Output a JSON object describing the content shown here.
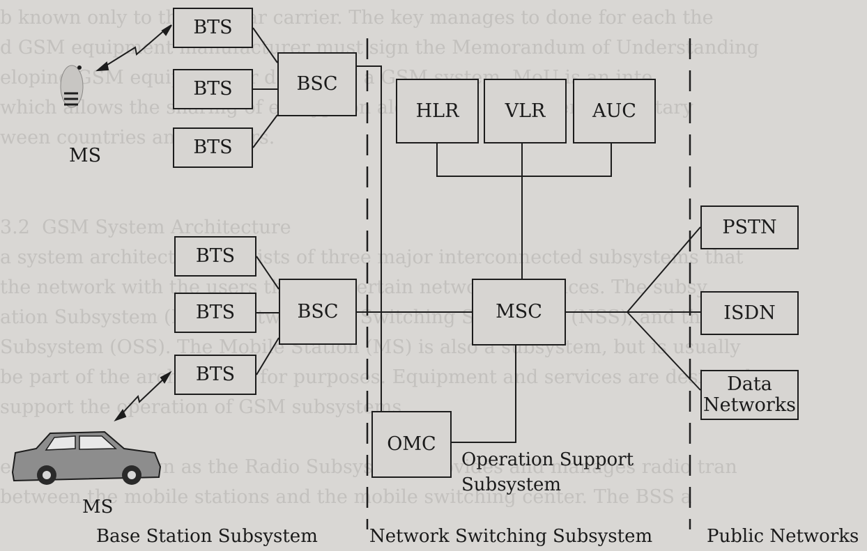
{
  "background_text": [
    "b known only to the cellular carrier. The key manages to done for each the",
    "d GSM equipment manufacturer must sign the Memorandum of Understanding",
    "eloping GSM equipment or deploying a GSM system. MoU is an inte",
    "which allows the sharing of encryption algorithms and other proprietary",
    "ween countries and carriers.",
    "",
    "",
    "3.2  GSM System Architecture",
    "a system architecture consists of three major interconnected subsystems that",
    "the network with the users through certain network interfaces. The subsy",
    "ation Subsystem (BSS), Network and Switching Subsystem (NSS), and the O",
    "Subsystem (OSS). The Mobile Station (MS) is also a subsystem, but is usually",
    "be part of the architecture for purposes. Equipment and services are designed",
    "support the operation of GSM subsystems.",
    "",
    "e BSS, also known as the Radio Subsystem, provides and manages radio tran",
    "between the mobile stations and the mobile switching center. The BSS a"
  ],
  "boxes": {
    "bts1": "BTS",
    "bts2": "BTS",
    "bts3": "BTS",
    "bts4": "BTS",
    "bts5": "BTS",
    "bts6": "BTS",
    "bsc1": "BSC",
    "bsc2": "BSC",
    "hlr": "HLR",
    "vlr": "VLR",
    "auc": "AUC",
    "msc": "MSC",
    "omc": "OMC",
    "pstn": "PSTN",
    "isdn": "ISDN",
    "data_networks": [
      "Data",
      "Networks"
    ]
  },
  "labels": {
    "ms_top": "MS",
    "ms_bottom": "MS",
    "oss": [
      "Operation Support",
      "Subsystem"
    ]
  },
  "section_titles": {
    "bss": "Base Station Subsystem",
    "nss": "Network Switching Subsystem",
    "public": "Public Networks"
  }
}
